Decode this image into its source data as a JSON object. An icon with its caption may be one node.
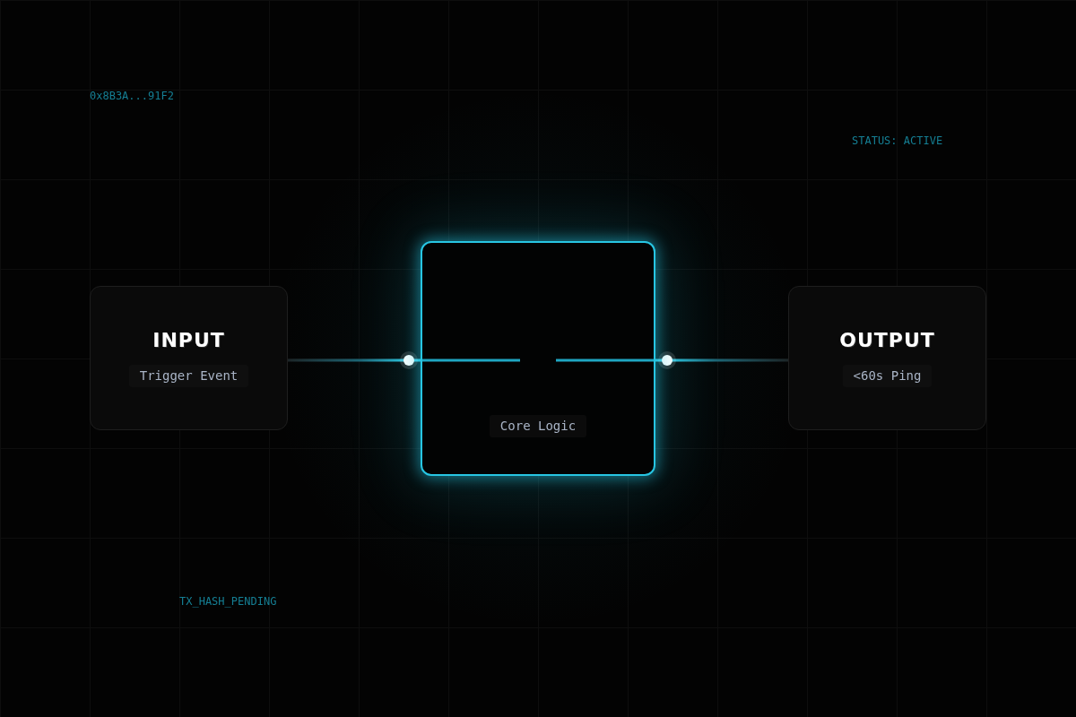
{
  "diagram": {
    "nodes": [
      {
        "text": [
          "INPUT",
          "Trigger Event"
        ]
      },
      {
        "text": [
          "Core Logic"
        ]
      },
      {
        "text": [
          "OUTPUT",
          "<60s Ping"
        ]
      }
    ],
    "edges": [
      {
        "from": 0,
        "to": 1,
        "arrow": "other"
      },
      {
        "from": 1,
        "to": 2,
        "arrow": "other"
      }
    ],
    "labels": [
      "0x8B3A...91F2",
      "STATUS: ACTIVE",
      "TX_HASH_PENDING"
    ]
  }
}
